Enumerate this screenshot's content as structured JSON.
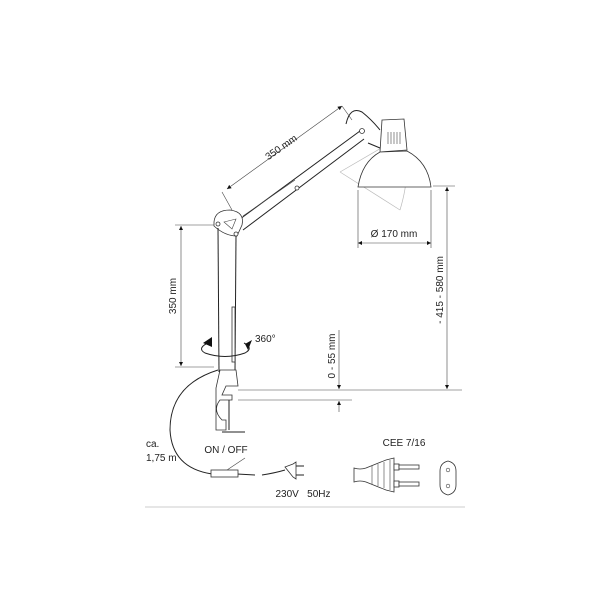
{
  "title": "Desk lamp dimension drawing",
  "labels": {
    "upper_arm": "350 mm",
    "lower_arm": "350 mm",
    "shade_diameter": "Ø 170 mm",
    "height_range": "- 415 - 580 mm",
    "clamp_range": "0 - 55 mm",
    "rotation": "360°",
    "cord_length_prefix": "ca.",
    "cord_length": "1,75 m",
    "switch": "ON / OFF",
    "power": "230V   50Hz",
    "plug_type": "CEE 7/16"
  },
  "colors": {
    "line": "#222222",
    "divider": "#cccccc"
  }
}
